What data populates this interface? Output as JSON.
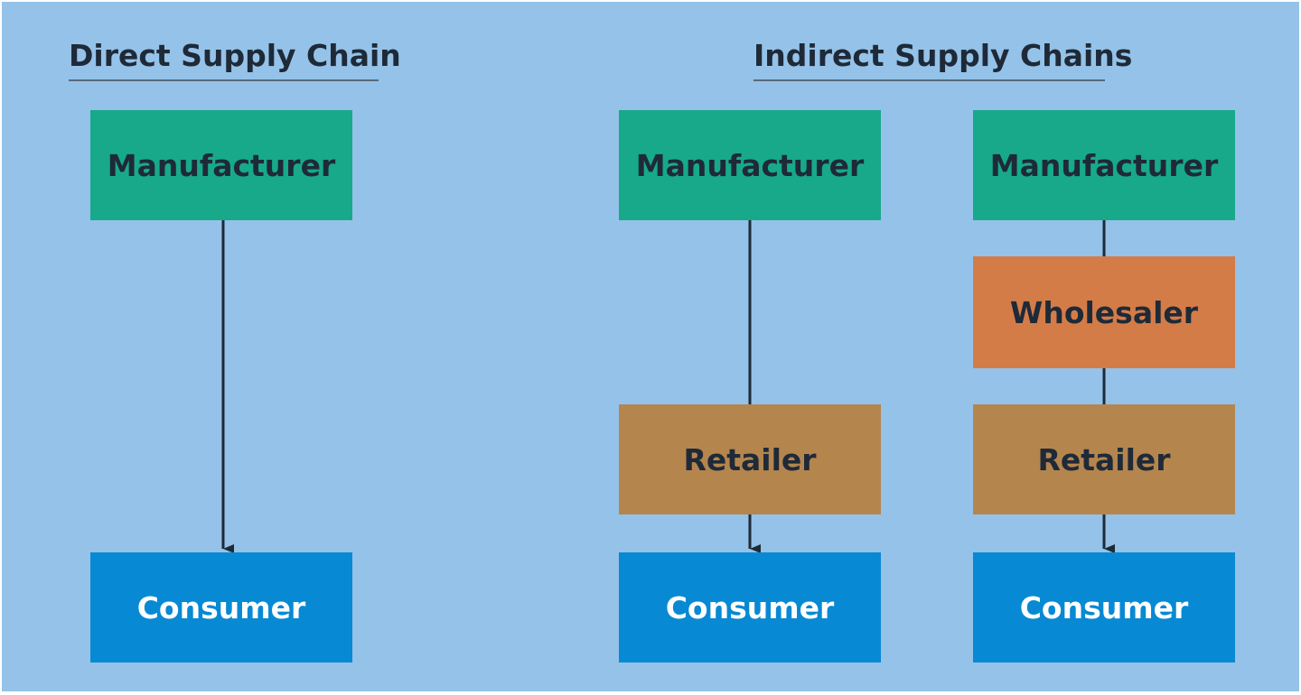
{
  "direct": {
    "title": "Direct Supply Chain",
    "manufacturer": "Manufacturer",
    "consumer": "Consumer"
  },
  "indirect": {
    "title": "Indirect Supply Chains",
    "chain1": {
      "manufacturer": "Manufacturer",
      "retailer": "Retailer",
      "consumer": "Consumer"
    },
    "chain2": {
      "manufacturer": "Manufacturer",
      "wholesaler": "Wholesaler",
      "retailer": "Retailer",
      "consumer": "Consumer"
    }
  },
  "colors": {
    "background": "#95c2e8",
    "manufacturer": "#17a98a",
    "wholesaler": "#d47c48",
    "retailer": "#b5854e",
    "consumer": "#0889d3",
    "connector": "#1e2a38"
  }
}
